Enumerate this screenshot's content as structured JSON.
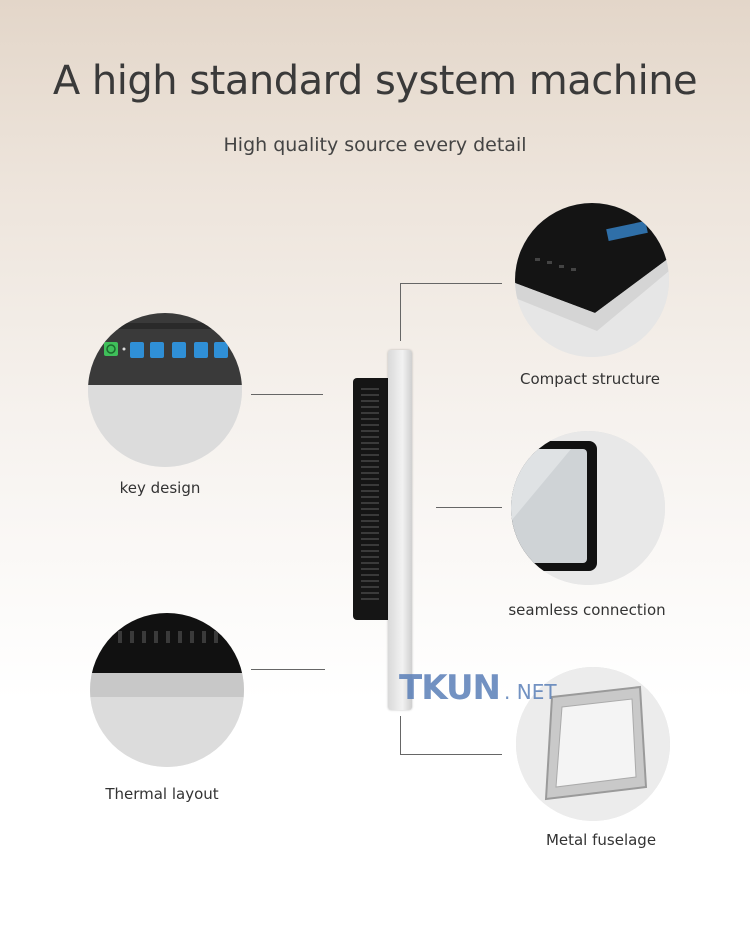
{
  "title": "A high standard system machine",
  "subtitle": "High quality source every detail",
  "features": {
    "key_design": "key design",
    "compact_structure": "Compact structure",
    "seamless_connection": "seamless connection",
    "thermal_layout": "Thermal layout",
    "metal_fuselage": "Metal fuselage"
  },
  "watermark": {
    "brand": "TKUN",
    "suffix": ". NET"
  },
  "colors": {
    "background_top": "#e3d6c9",
    "device_black": "#151515",
    "device_silver": "#e8e8e8",
    "key_blue": "#2f8fd6",
    "key_green": "#3fbf5a",
    "watermark_blue": "#5a7fb8"
  }
}
